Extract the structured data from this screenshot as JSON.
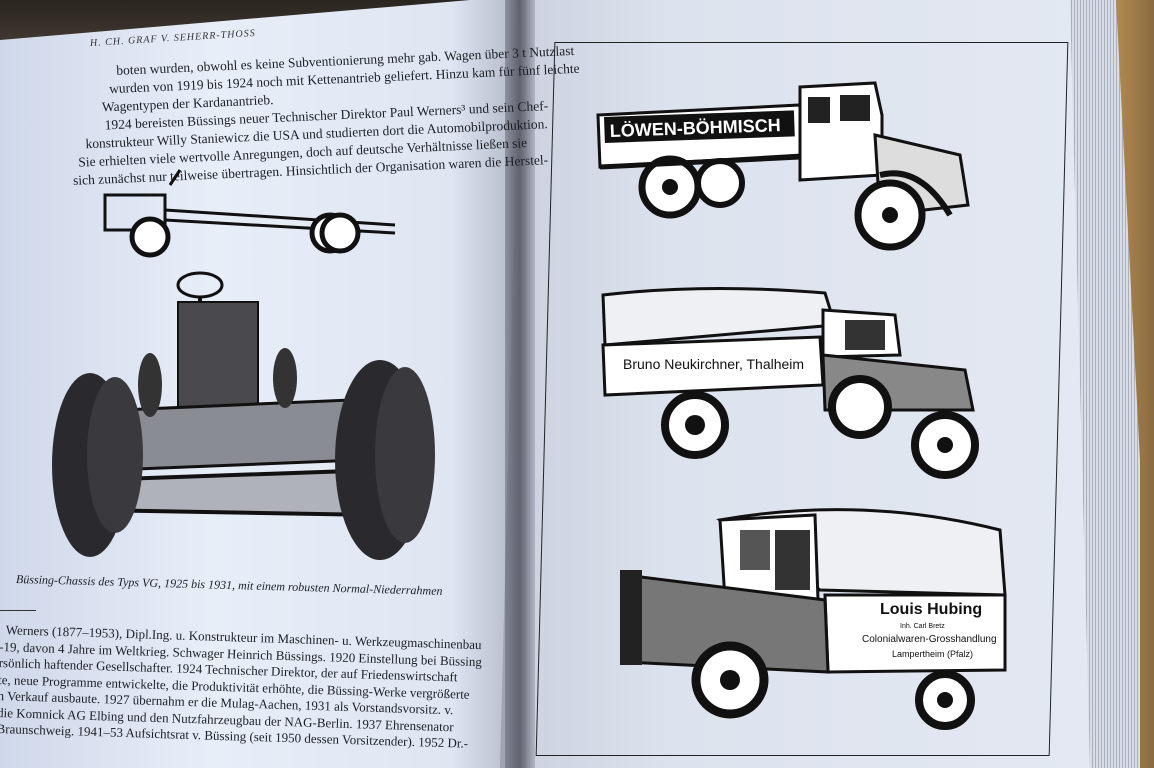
{
  "left_page": {
    "running_head": "H. CH. GRAF V. SEHERR-THOSS",
    "body_lines": [
      "boten wurden, obwohl es keine Subventionierung mehr gab. Wagen über 3 t Nutzlast",
      "wurden von 1919 bis 1924 noch mit Kettenantrieb geliefert. Hinzu kam für fünf leichte",
      "Wagentypen der Kardanantrieb.",
      "1924 bereisten Büssings neuer Technischer Direktor Paul Werners³ und sein Chef-",
      "konstrukteur Willy Staniewicz die USA und studierten dort die Automobilproduktion.",
      "Sie erhielten viele wertvolle Anregungen, doch auf deutsche Verhältnisse ließen sie",
      "sich zunächst nur teilweise übertragen. Hinsichtlich der Organisation waren die Herstel-"
    ],
    "caption": "Büssing-Chassis des Typs VG, 1925 bis 1931, mit einem robusten Normal-Niederrahmen",
    "footnote_lines": [
      "Werners (1877–1953), Dipl.Ing. u. Konstrukteur im Maschinen- u. Werkzeugmaschinenbau",
      "-19, davon 4 Jahre im Weltkrieg. Schwager Heinrich Büssings. 1920 Einstellung bei Büssing",
      "rsönlich haftender Gesellschafter. 1924 Technischer Direktor, der auf Friedenswirtschaft",
      "te, neue Programme entwickelte, die Produktivität erhöhte, die Büssing-Werke vergrößerte",
      "n Verkauf ausbaute. 1927 übernahm er die Mulag-Aachen, 1931 als Vorstandsvorsitz. v.",
      "die Komnick AG Elbing und den Nutzfahrzeugbau der NAG-Berlin. 1937 Ehrensenator",
      "Braunschweig. 1941–53 Aufsichtsrat v. Büssing (seit 1950 dessen Vorsitzender). 1952 Dr.-"
    ]
  },
  "right_page": {
    "truck_1_sign": "LÖWEN-BÖHMISCH",
    "truck_2_sign": "Bruno Neukirchner, Thalheim",
    "truck_3_sign": "Louis Hubing",
    "truck_3_sub1": "Inh. Carl Bretz",
    "truck_3_sub2": "Colonialwaren-Grosshandlung",
    "truck_3_sub3": "Lampertheim (Pfalz)"
  }
}
